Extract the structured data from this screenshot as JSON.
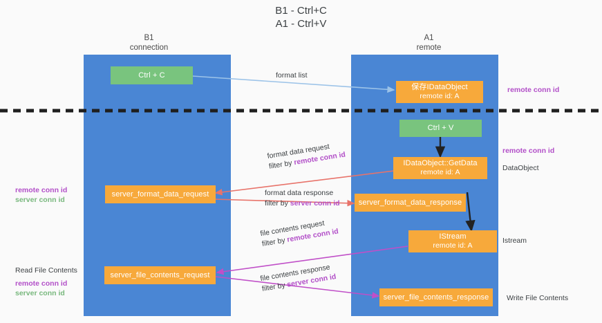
{
  "title": {
    "line1": "B1 - Ctrl+C",
    "line2": "A1 - Ctrl+V"
  },
  "colors": {
    "lane": "#4a86d4",
    "node_orange": "#f7a93b",
    "node_green": "#79c47e",
    "remote_conn_id": "#b24fc8",
    "server_conn_id": "#79b87e",
    "arrow_blue": "#9cc3e8",
    "arrow_red": "#e8736a",
    "arrow_magenta": "#c04fc8",
    "arrow_black": "#222222",
    "divider": "#1f1f1f"
  },
  "columns": [
    {
      "name": "B1",
      "sub": "connection"
    },
    {
      "name": "A1",
      "sub": "remote"
    }
  ],
  "nodes": {
    "ctrl_c": {
      "line1": "Ctrl + C"
    },
    "ctrl_v": {
      "line1": "Ctrl + V"
    },
    "store_idataobject": {
      "line1": "保存IDataObject",
      "line2": "remote id: A"
    },
    "idataobject_getdata": {
      "line1": "IDataObject::GetData",
      "line2": "remote id: A"
    },
    "istream": {
      "line1": "IStream",
      "line2": "remote id: A"
    },
    "server_format_data_request": {
      "line1": "server_format_data_request"
    },
    "server_format_data_response": {
      "line1": "server_format_data_response"
    },
    "server_file_contents_request": {
      "line1": "server_file_contents_request"
    },
    "server_file_contents_response": {
      "line1": "server_file_contents_response"
    }
  },
  "edges": {
    "format_list": {
      "line1": "format list"
    },
    "format_data_request": {
      "line1": "format data request",
      "prefix": "filter by ",
      "key": "remote conn id"
    },
    "format_data_response": {
      "line1": "format data response",
      "prefix": "filter by ",
      "key": "server conn id"
    },
    "file_contents_request": {
      "line1": "file contents request",
      "prefix": "filter by ",
      "key": "remote conn id"
    },
    "file_contents_response": {
      "line1": "file contents response",
      "prefix": "filter by ",
      "key": "server conn id"
    }
  },
  "annotations": {
    "right_top": {
      "text": "remote conn id"
    },
    "right_mid": {
      "text": "remote conn id"
    },
    "right_dataobject": {
      "text": "DataObject"
    },
    "right_istream": {
      "text": "Istream"
    },
    "right_write": {
      "text": "Write File Contents"
    },
    "left_mid": {
      "rc": "remote conn id",
      "sc": "server conn id"
    },
    "left_read": {
      "text": "Read File Contents",
      "rc": "remote conn id",
      "sc": "server conn id"
    }
  }
}
